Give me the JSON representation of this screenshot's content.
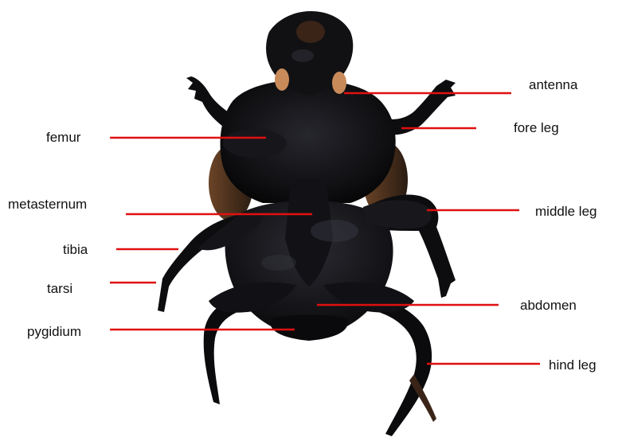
{
  "figure": {
    "colors": {
      "line": "#e01010",
      "body": "#0d0d0f",
      "body_mid": "#1c1c22",
      "highlight": "#4a4a55",
      "hair": "#5a3b22",
      "antenna": "#c98a5a"
    }
  },
  "labels": {
    "antenna": "antenna",
    "femur": "femur",
    "fore_leg": "fore leg",
    "metasternum": "metasternum",
    "middle_leg": "middle leg",
    "tibia": "tibia",
    "tarsi": "tarsi",
    "abdomen": "abdomen",
    "pygidium": "pygidium",
    "hind_leg": "hind leg"
  }
}
